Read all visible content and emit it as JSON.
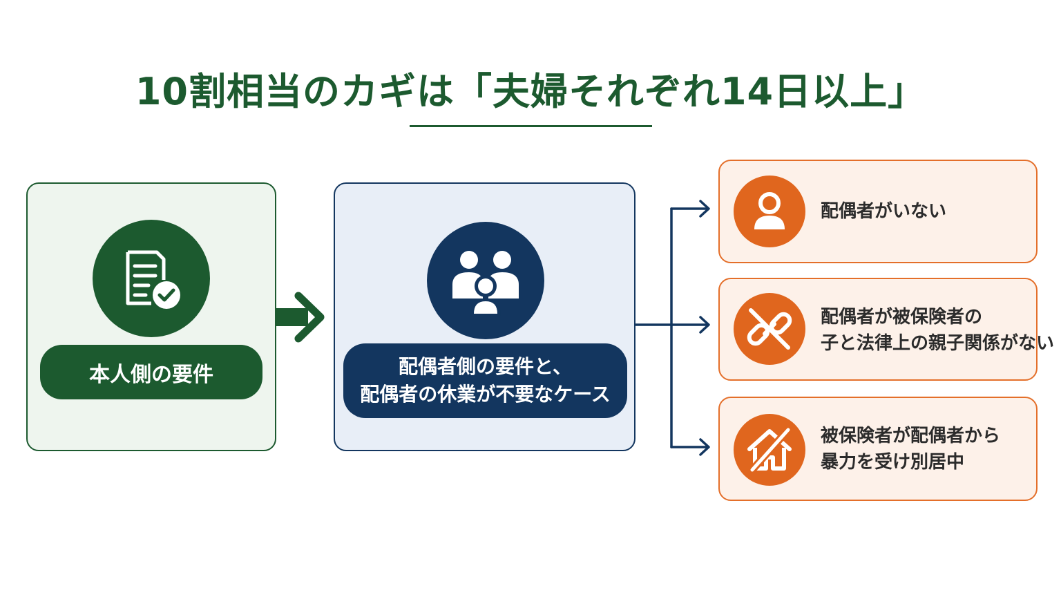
{
  "title": "10割相当のカギは「夫婦それぞれ14日以上」",
  "colors": {
    "green": "#1c5a2f",
    "navy": "#13365f",
    "orange": "#e0661e"
  },
  "self_panel": {
    "icon": "document-check-icon",
    "label": "本人側の要件"
  },
  "spouse_panel": {
    "icon": "family-icon",
    "label_line1": "配偶者側の要件と、",
    "label_line2": "配偶者の休業が不要なケース"
  },
  "cases": [
    {
      "icon": "person-icon",
      "line1": "配偶者がいない",
      "line2": ""
    },
    {
      "icon": "broken-link-icon",
      "line1": "配偶者が被保険者の",
      "line2": "子と法律上の親子関係がない"
    },
    {
      "icon": "house-crossed-icon",
      "line1": "被保険者が配偶者から",
      "line2": "暴力を受け別居中"
    }
  ]
}
